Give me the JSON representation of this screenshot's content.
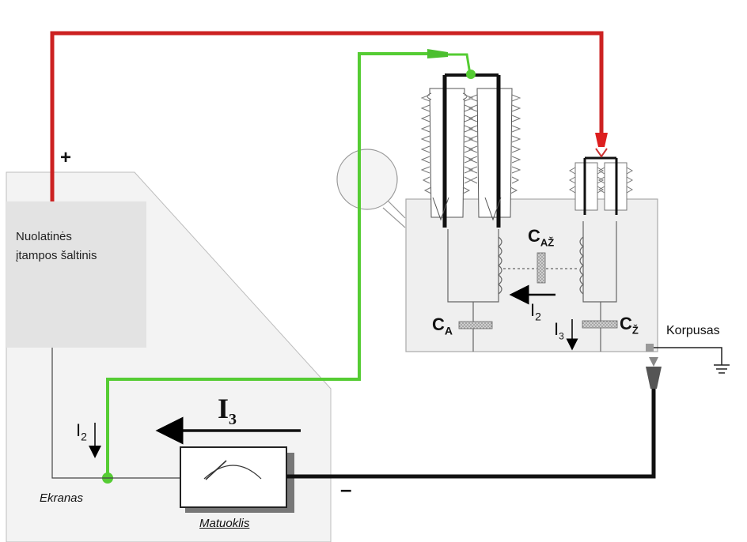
{
  "labels": {
    "source_line1": "Nuolatinės",
    "source_line2": "įtampos šaltinis",
    "plus": "+",
    "minus": "–",
    "ekranas": "Ekranas",
    "matuoklis": "Matuoklis",
    "korpusas": "Korpusas",
    "i2_left_main": "I",
    "i2_left_sub": "2",
    "i3_big_main": "I",
    "i3_big_sub": "3",
    "i2_inner_main": "I",
    "i2_inner_sub": "2",
    "i3_inner_main": "I",
    "i3_inner_sub": "3",
    "ca_main": "C",
    "ca_sub": "A",
    "caz_main": "C",
    "caz_sub": "AŽ",
    "cz_main": "C",
    "cz_sub": "Ž"
  },
  "colors": {
    "hv_wire": "#cc2222",
    "screen_wire": "#55cc33",
    "return_wire": "#111111",
    "panel": "#f2f2f2",
    "source_box": "#e0e0e0",
    "tank": "#eeeeee"
  }
}
